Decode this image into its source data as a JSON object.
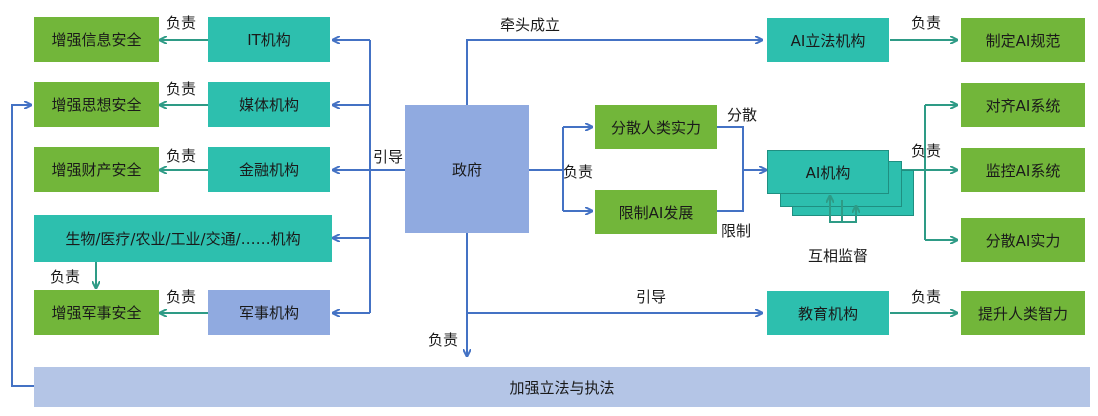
{
  "nodes": {
    "gov": "政府",
    "it_org": "IT机构",
    "media_org": "媒体机构",
    "finance_org": "金融机构",
    "military_org": "军事机构",
    "info_sec": "增强信息安全",
    "thought_sec": "增强思想安全",
    "property_sec": "增强财产安全",
    "industry_orgs": "生物/医疗/农业/工业/交通/……机构",
    "military_sec": "增强军事安全",
    "ai_legislation": "AI立法机构",
    "ai_norms": "制定AI规范",
    "disperse_human": "分散人类实力",
    "limit_ai": "限制AI发展",
    "ai_org": "AI机构",
    "align_ai": "对齐AI系统",
    "monitor_ai": "监控AI系统",
    "disperse_ai": "分散AI实力",
    "education_org": "教育机构",
    "human_intel": "提升人类智力",
    "law_enforcement": "加强立法与执法"
  },
  "labels": {
    "responsible": "负责",
    "guide": "引导",
    "lead_establish": "牵头成立",
    "disperse": "分散",
    "restrict": "限制",
    "mutual_supervision": "互相监督"
  },
  "colors": {
    "green": "#72b63a",
    "teal": "#2dbfae",
    "blue": "#90aae0",
    "light_blue": "#b4c5e6",
    "arrow_blue": "#4472c4",
    "arrow_teal": "#2e9b86"
  }
}
